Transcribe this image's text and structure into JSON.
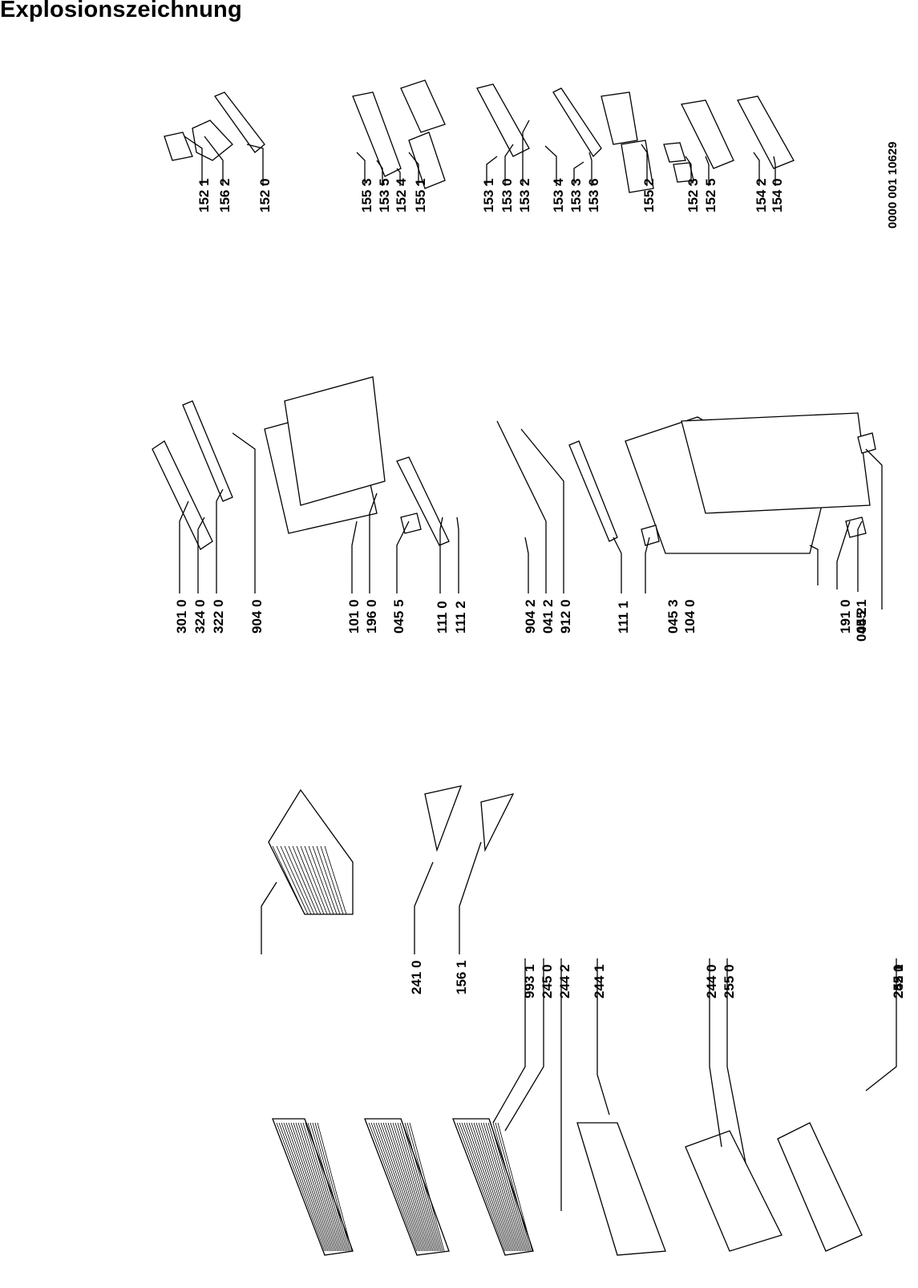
{
  "title": "Explosionszeichnung",
  "reference": "0000 001 10629",
  "labels": [
    "152 1",
    "156 2",
    "152 0",
    "155 3",
    "153 5",
    "152 4",
    "155 1",
    "153 1",
    "153 0",
    "153 2",
    "153 4",
    "153 3",
    "153 6",
    "155 2",
    "152 3",
    "152 5",
    "154 2",
    "154 0",
    "301 0",
    "324 0",
    "322 0",
    "904 0",
    "101 0",
    "196 0",
    "045 5",
    "111 0",
    "111 2",
    "904 2",
    "041 2",
    "912 0",
    "111 1",
    "045 3",
    "104 0",
    "191 0",
    "045 1",
    "045 2",
    "241 0",
    "156 1",
    "993 1",
    "245 0",
    "244 2",
    "244 1",
    "244 0",
    "255 0",
    "255 1",
    "242 0"
  ]
}
